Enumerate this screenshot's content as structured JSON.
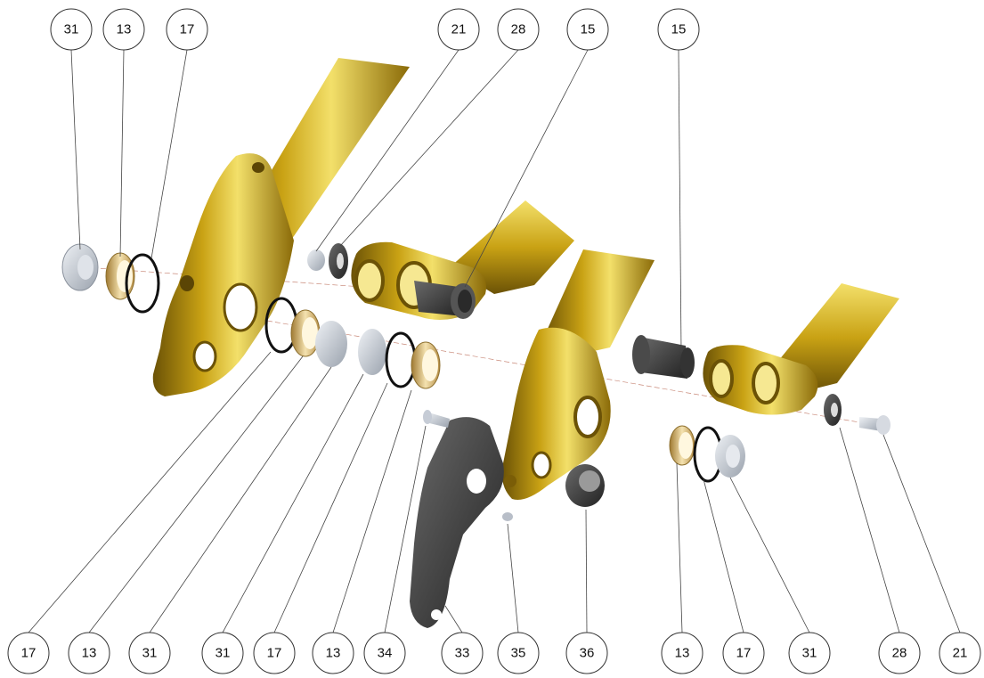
{
  "diagram": {
    "colors": {
      "gold_light": "#f3e06a",
      "gold_mid": "#c9a214",
      "gold_dark": "#6b5206",
      "dark_grey": "#3f3f3f",
      "light_grey": "#c6ccd6",
      "bronze": "#d7b97a",
      "black": "#111111"
    },
    "callouts_top": [
      "31",
      "13",
      "17",
      "21",
      "28",
      "15",
      "15"
    ],
    "callouts_bottom": [
      "17",
      "13",
      "31",
      "31",
      "17",
      "13",
      "34",
      "33",
      "35",
      "36",
      "13",
      "17",
      "31",
      "28",
      "21"
    ]
  }
}
